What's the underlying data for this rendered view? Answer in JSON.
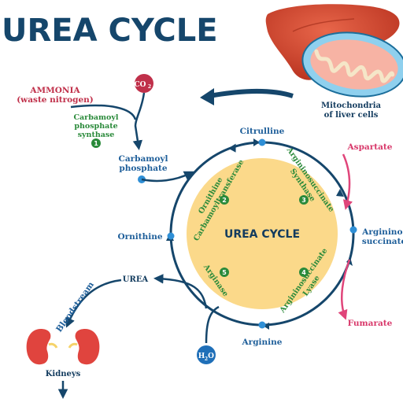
{
  "title": "UREA CYCLE",
  "center_label": "UREA CYCLE",
  "inputs": {
    "ammonia": "AMMONIA",
    "ammonia_sub": "(waste nitrogen)",
    "co2": "CO",
    "co2_sub": "2",
    "h2o_h": "H",
    "h2o_sub": "2",
    "h2o_o": "O"
  },
  "liver": {
    "label_line1": "Mitochondria",
    "label_line2": "of liver cells"
  },
  "enzymes": {
    "cps_line1": "Carbamoyl",
    "cps_line2": "phosphate",
    "cps_line3": "synthase",
    "cps_num": "1",
    "otc_line1": "Ornithine",
    "otc_line2": "Carbamoyltransferase",
    "otc_num": "2",
    "ass_line1": "Argininosuccinate",
    "ass_line2": "Synthase",
    "ass_num": "3",
    "asl_line1": "Argininosuccinate",
    "asl_line2": "Lyase",
    "asl_num": "4",
    "arg_line1": "Arginase",
    "arg_num": "5"
  },
  "metabolites": {
    "carbamoyl_line1": "Carbamoyl",
    "carbamoyl_line2": "phosphate",
    "citrulline": "Citrulline",
    "aspartate": "Aspartate",
    "argsucc_line1": "Arginino-",
    "argsucc_line2": "succinate",
    "fumarate": "Fumarate",
    "arginine": "Arginine",
    "ornithine": "Ornithine",
    "urea": "UREA"
  },
  "output": {
    "bloodstream": "Bloodstream",
    "kidneys": "Kidneys"
  },
  "colors": {
    "dark_blue": "#15466b",
    "cycle_fill": "#fbd98a",
    "green": "#2a8a3a",
    "pink": "#e0457a",
    "red": "#c0304a",
    "node_blue": "#2f8fd6"
  }
}
